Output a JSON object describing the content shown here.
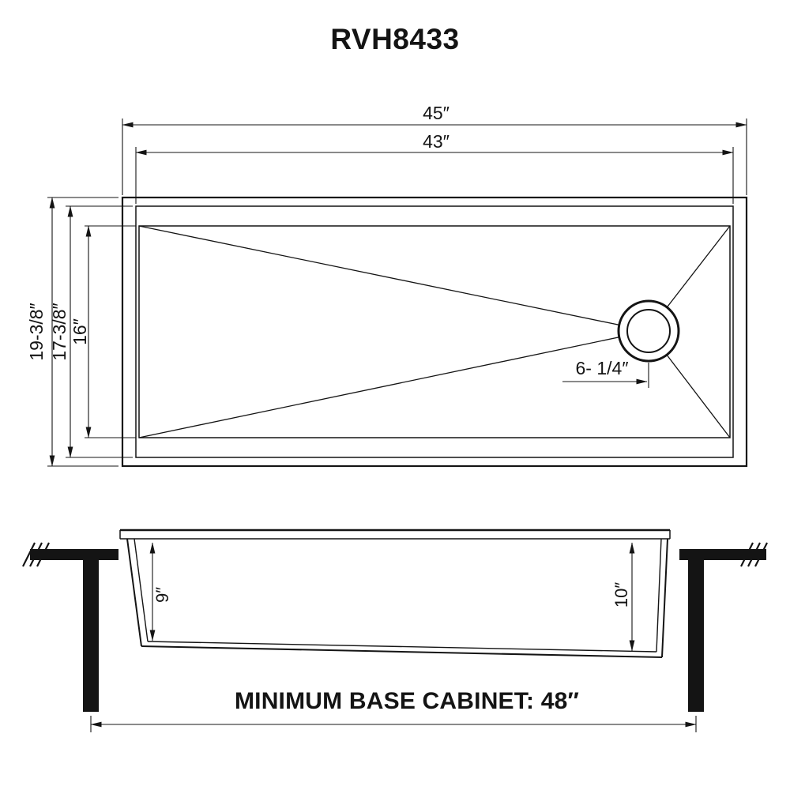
{
  "title": "RVH8433",
  "top_view": {
    "dim_outer_width": "45″",
    "dim_inner_width": "43″",
    "dim_outer_depth": "19-3/8″",
    "dim_mid_depth": "17-3/8″",
    "dim_bowl_depth": "16″",
    "dim_drain_offset": "6- 1/4″"
  },
  "side_view": {
    "dim_left_bowl_depth": "9″",
    "dim_right_bowl_depth": "10″",
    "min_base_cabinet_label": "MINIMUM BASE CABINET: 48″"
  },
  "colors": {
    "line": "#141414",
    "background": "#ffffff"
  }
}
